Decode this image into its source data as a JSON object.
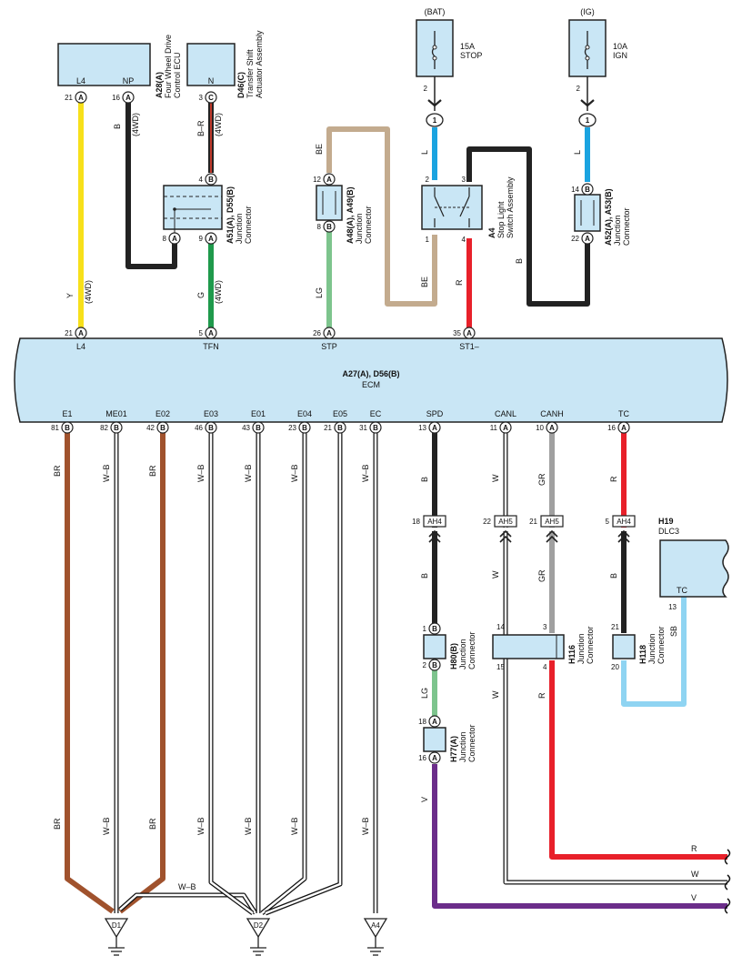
{
  "ecm": {
    "name": "ECM",
    "code": "A27(A), D56(B)",
    "pins_top": [
      {
        "pin": "21",
        "conn": "A",
        "label": "L4"
      },
      {
        "pin": "5",
        "conn": "A",
        "label": "TFN"
      },
      {
        "pin": "26",
        "conn": "A",
        "label": "STP"
      },
      {
        "pin": "35",
        "conn": "A",
        "label": "ST1–"
      }
    ],
    "pins_bottom": [
      {
        "pin": "81",
        "conn": "B",
        "label": "E1"
      },
      {
        "pin": "82",
        "conn": "B",
        "label": "ME01"
      },
      {
        "pin": "42",
        "conn": "B",
        "label": "E02"
      },
      {
        "pin": "46",
        "conn": "B",
        "label": "E03"
      },
      {
        "pin": "43",
        "conn": "B",
        "label": "E01"
      },
      {
        "pin": "23",
        "conn": "B",
        "label": "E04"
      },
      {
        "pin": "21",
        "conn": "B",
        "label": "E05"
      },
      {
        "pin": "31",
        "conn": "B",
        "label": "EC"
      },
      {
        "pin": "13",
        "conn": "A",
        "label": "SPD"
      },
      {
        "pin": "11",
        "conn": "A",
        "label": "CANL"
      },
      {
        "pin": "10",
        "conn": "A",
        "label": "CANH"
      },
      {
        "pin": "16",
        "conn": "A",
        "label": "TC"
      }
    ]
  },
  "components": {
    "a28": {
      "code": "A28(A)",
      "line1": "Four Wheel Drive",
      "line2": "Control ECU",
      "term1": "L4",
      "term2": "NP",
      "pin1": "21",
      "pin2": "16",
      "conn": "A"
    },
    "d46": {
      "code": "D46(C)",
      "line1": "Transfer Shift",
      "line2": "Actuator Assembly",
      "term": "N",
      "pin": "3",
      "conn": "C"
    },
    "fuse_stop": {
      "title": "(BAT)",
      "rating": "15A",
      "name": "STOP",
      "pin": "2",
      "conn_no": "1"
    },
    "fuse_ign": {
      "title": "(IG)",
      "rating": "10A",
      "name": "IGN",
      "pin": "2",
      "conn_no": "1"
    },
    "a4": {
      "code": "A4",
      "line1": "Stop Light",
      "line2": "Switch Assembly",
      "pins": [
        "2",
        "3",
        "1",
        "4"
      ]
    },
    "a51": {
      "code": "A51(A), D55(B)",
      "line1": "Junction",
      "line2": "Connector",
      "pins": [
        "4",
        "8",
        "9"
      ]
    },
    "a48": {
      "code": "A48(A), A49(B)",
      "line1": "Junction",
      "line2": "Connector",
      "pins": [
        "12",
        "8"
      ]
    },
    "a52": {
      "code": "A52(A), A53(B)",
      "line1": "Junction",
      "line2": "Connector",
      "pins": [
        "14",
        "22"
      ]
    },
    "h80": {
      "code": "H80(B)",
      "line1": "Junction",
      "line2": "Connector",
      "pins": [
        "1",
        "2"
      ]
    },
    "h116": {
      "code": "H116",
      "line1": "Junction",
      "line2": "Connector",
      "pins": [
        "14",
        "3",
        "15",
        "4"
      ]
    },
    "h118": {
      "code": "H118",
      "line1": "Junction",
      "line2": "Connector",
      "pins": [
        "21",
        "20"
      ]
    },
    "h77": {
      "code": "H77(A)",
      "line1": "Junction",
      "line2": "Connector",
      "pins": [
        "18",
        "16"
      ]
    },
    "h19": {
      "code": "H19",
      "name": "DLC3",
      "term": "TC",
      "pin": "13"
    },
    "ah": [
      {
        "pin": "18",
        "code": "AH4"
      },
      {
        "pin": "22",
        "code": "AH5"
      },
      {
        "pin": "21",
        "code": "AH5"
      },
      {
        "pin": "5",
        "code": "AH4"
      }
    ]
  },
  "wire_labels": {
    "y": "Y",
    "b": "B",
    "br": "B–R",
    "l": "L",
    "be": "BE",
    "lg": "LG",
    "g": "G",
    "r": "R",
    "wb": "W–B",
    "w": "W",
    "gr": "GR",
    "sb": "SB",
    "v": "V",
    "brown": "BR",
    "note": "(4WD)"
  },
  "grounds": [
    "D1",
    "D2",
    "A4"
  ],
  "colors": {
    "ecm_fill": "#c9e6f5",
    "yellow": "#f7e01b",
    "black": "#222222",
    "brown": "#a0522d",
    "red": "#e8202a",
    "blue": "#1aa3e0",
    "tan": "#c3ab8e",
    "lightgreen": "#7dc48d",
    "green": "#1f9a4c",
    "gray": "#a0a0a0",
    "skyblue": "#8fd4f2",
    "violet": "#6b2d8a"
  }
}
